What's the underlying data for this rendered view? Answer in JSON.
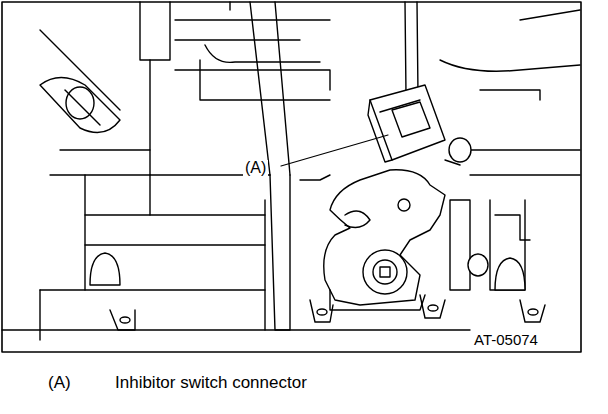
{
  "diagram": {
    "labels": [
      "(A)",
      "AT-05074",
      "(A)",
      "Inhibitor switch connector"
    ]
  }
}
